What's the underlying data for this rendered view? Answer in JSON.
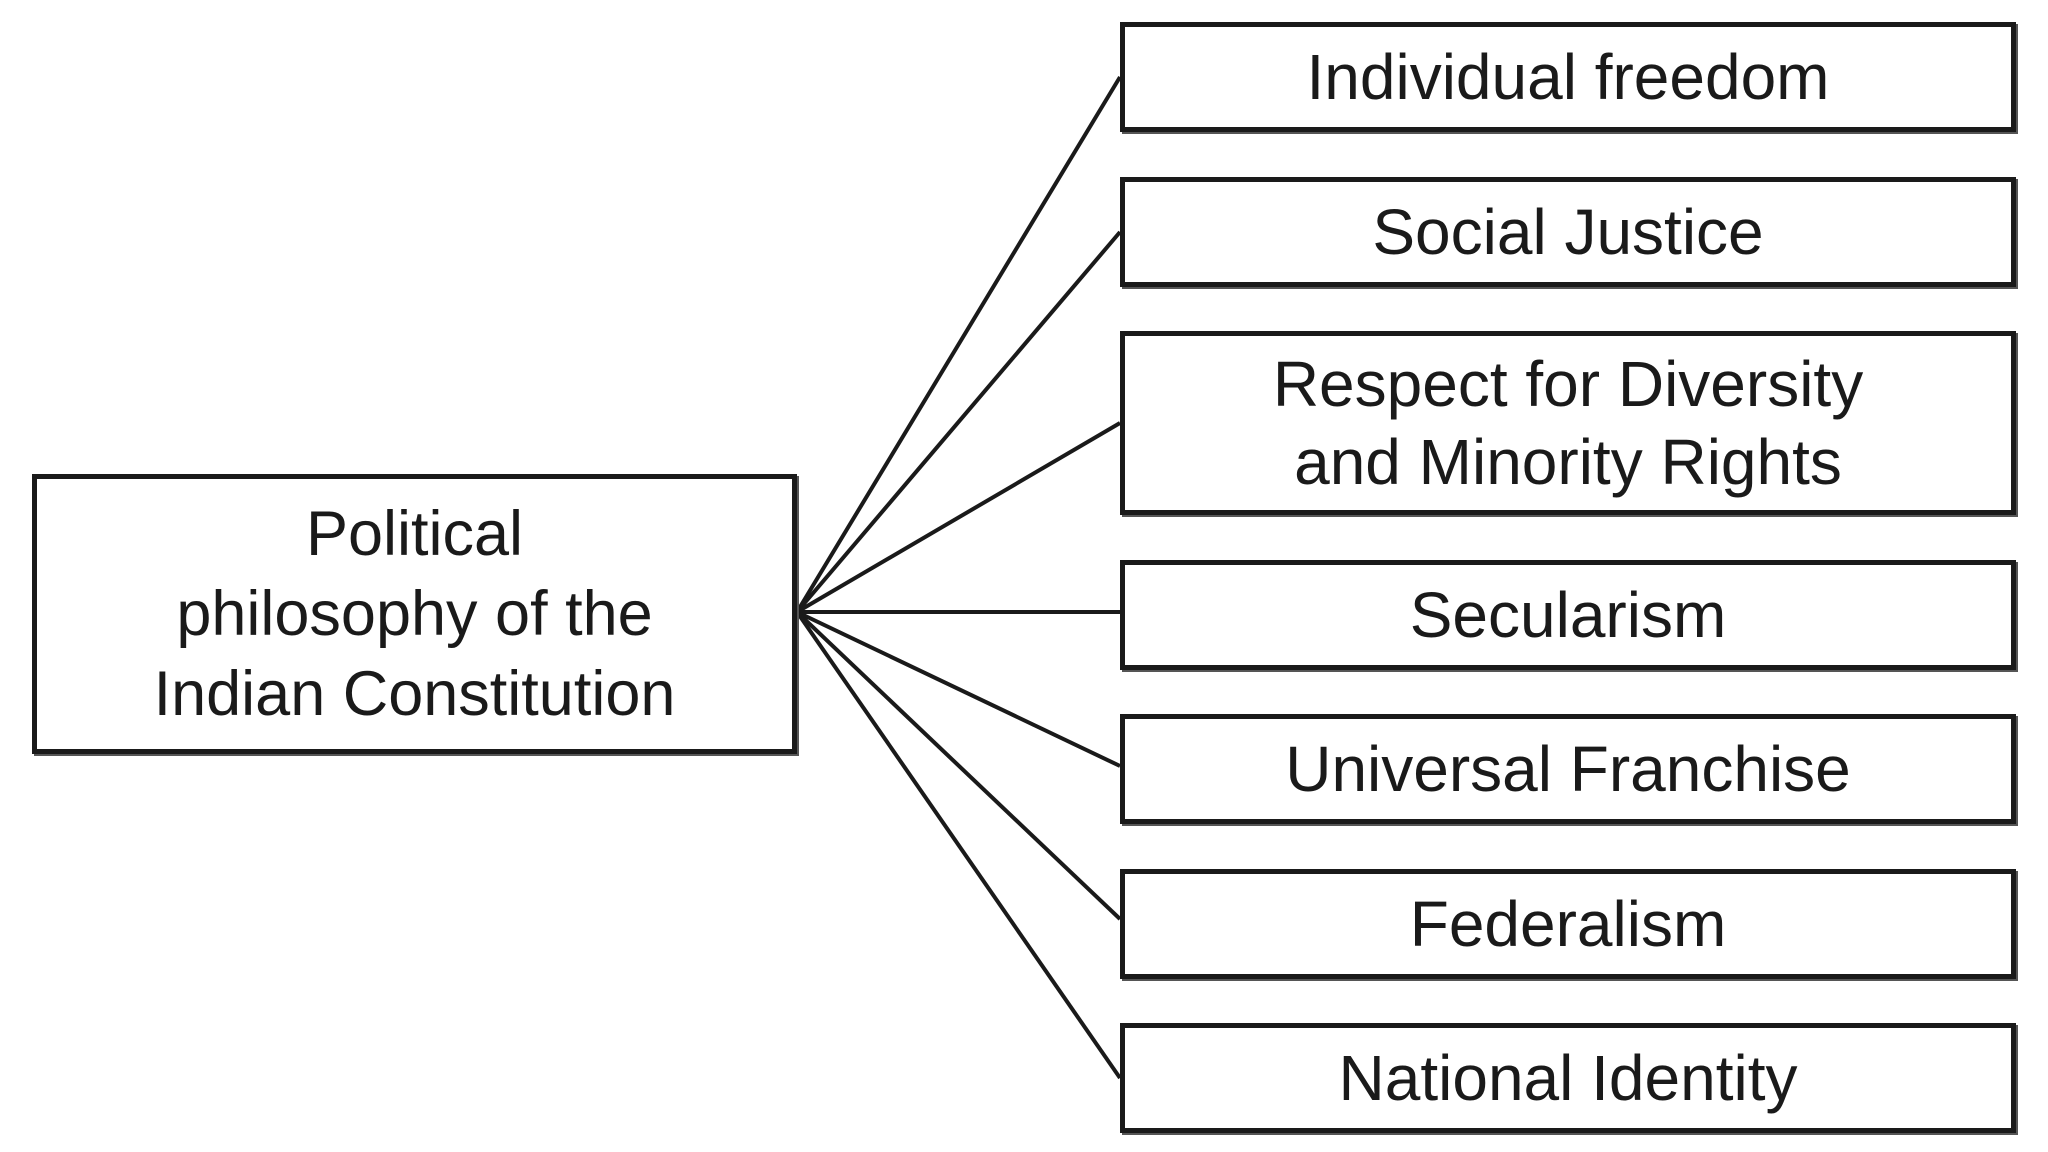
{
  "source": {
    "label": "Political\nphilosophy of the\nIndian Constitution"
  },
  "targets": [
    {
      "label": "Individual freedom"
    },
    {
      "label": "Social Justice"
    },
    {
      "label": "Respect for Diversity\nand Minority Rights"
    },
    {
      "label": "Secularism"
    },
    {
      "label": "Universal Franchise"
    },
    {
      "label": "Federalism"
    },
    {
      "label": "National Identity"
    }
  ],
  "colors": {
    "line": "#1a1a1a",
    "background": "#ffffff"
  }
}
